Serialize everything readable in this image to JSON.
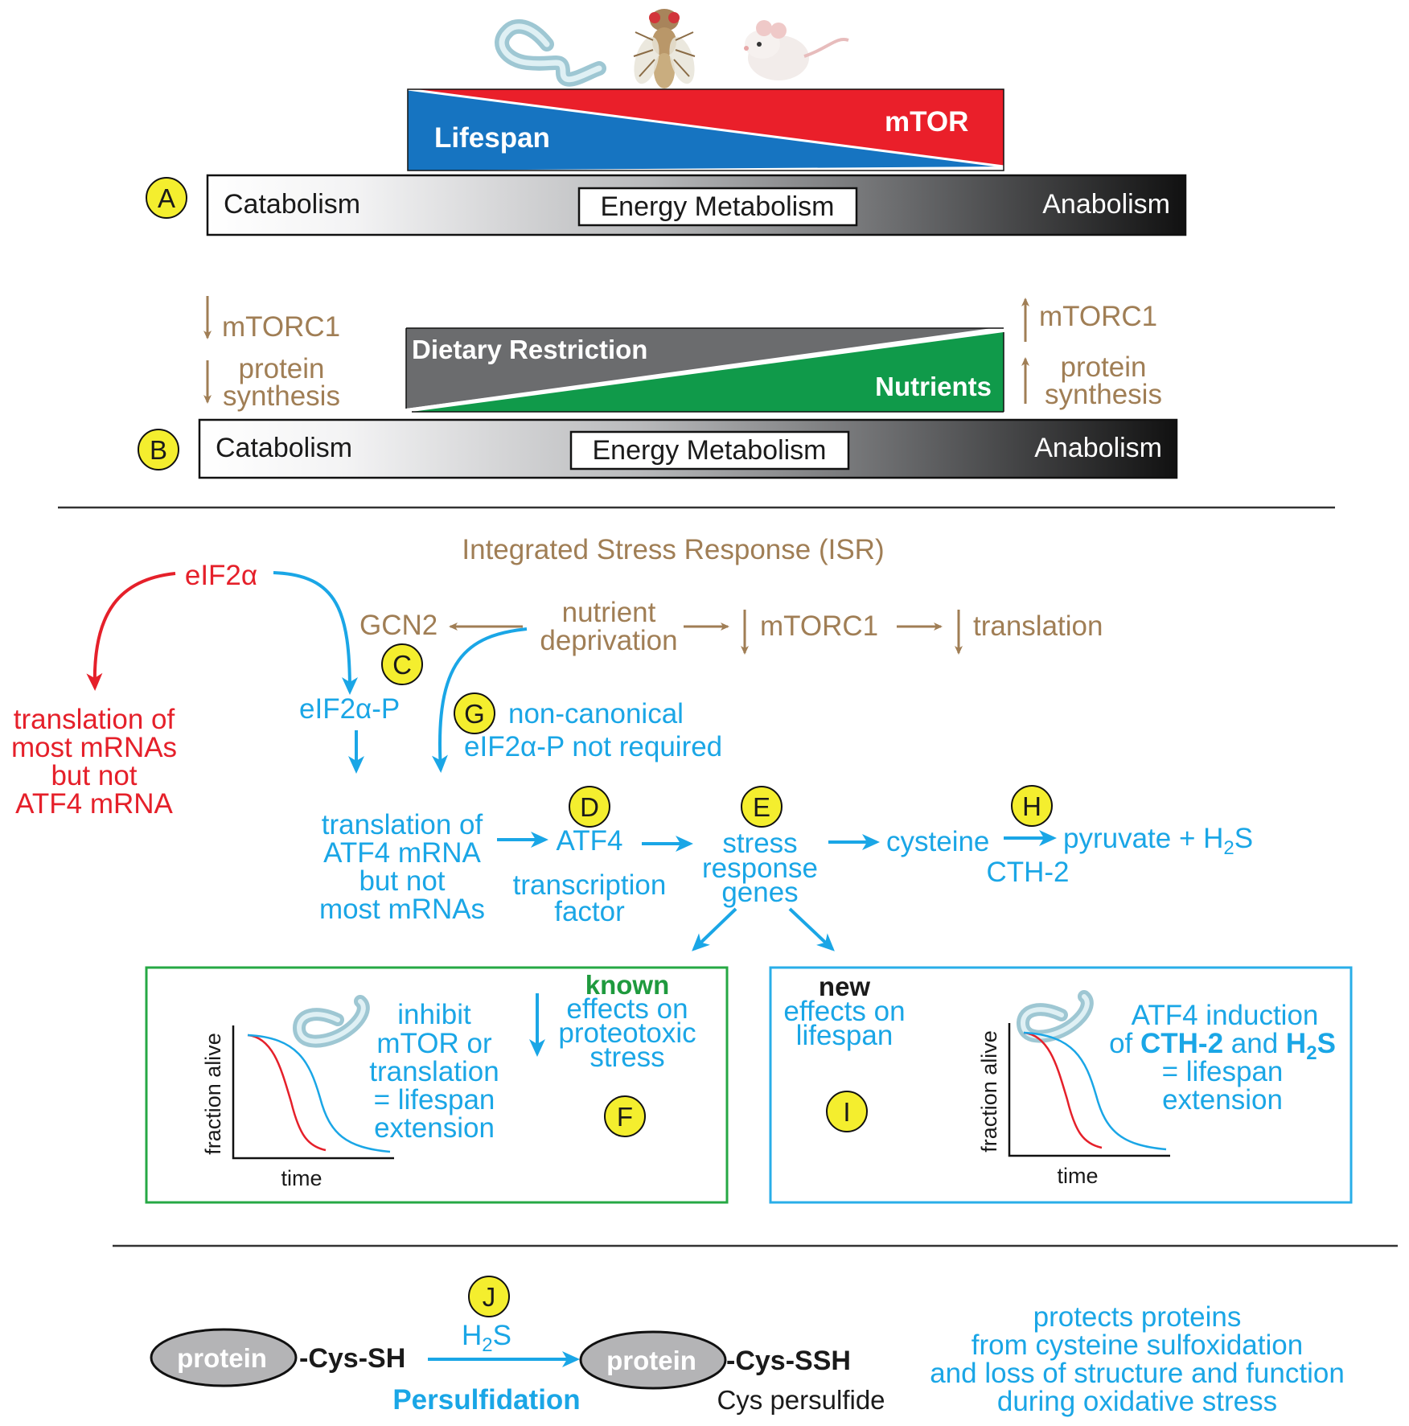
{
  "colors": {
    "blue_text": "#1aa6e6",
    "tan_text": "#a07e55",
    "red_text": "#e5202a",
    "lifespan_blue": "#1674c1",
    "mtor_red": "#ea1f2a",
    "dr_gray": "#6b6c6e",
    "nutrients_green": "#109a4a",
    "known_box": "#26a844",
    "new_box": "#29aee8",
    "circle_yellow": "#f4ee2e"
  },
  "icons": {
    "organisms": [
      "worm-icon",
      "fly-icon",
      "mouse-icon"
    ]
  },
  "panel_a": {
    "badge": "A",
    "lifespan": "Lifespan",
    "mtor": "mTOR",
    "catabolism": "Catabolism",
    "energy": "Energy Metabolism",
    "anabolism": "Anabolism"
  },
  "panel_b": {
    "badge": "B",
    "left_mtorc1": "mTORC1",
    "left_protein": "protein",
    "left_synthesis": "synthesis",
    "dietary": "Dietary Restriction",
    "nutrients": "Nutrients",
    "right_mtorc1": "mTORC1",
    "right_protein": "protein",
    "right_synthesis": "synthesis",
    "catabolism": "Catabolism",
    "energy": "Energy Metabolism",
    "anabolism": "Anabolism"
  },
  "isr": {
    "title": "Integrated Stress Response (ISR)",
    "eif2a": "eIF2α",
    "gcn2": "GCN2",
    "nutrient_1": "nutrient",
    "nutrient_2": "deprivation",
    "mtorc1": "mTORC1",
    "translation": "translation",
    "badge_c": "C",
    "eif2ap": "eIF2α-P",
    "red_lines": [
      "translation of",
      "most mRNAs",
      "but not",
      "ATF4 mRNA"
    ],
    "badge_g": "G",
    "noncanonical": "non-canonical",
    "not_required": "eIF2α-P not required",
    "atf4_trans_lines": [
      "translation of",
      "ATF4 mRNA",
      "but not",
      "most mRNAs"
    ],
    "badge_d": "D",
    "atf4": "ATF4",
    "tf_1": "transcription",
    "tf_2": "factor",
    "badge_e": "E",
    "stress_lines": [
      "stress",
      "response",
      "genes"
    ],
    "cysteine": "cysteine",
    "badge_h": "H",
    "pyruvate": "pyruvate + H",
    "pyruvate_sub": "2",
    "pyruvate_tail": "S",
    "cth2": "CTH-2"
  },
  "known_box": {
    "known": "known",
    "effects_lines": [
      "effects on",
      "proteotoxic",
      "stress"
    ],
    "inhibit_lines": [
      "inhibit",
      "mTOR or",
      "translation",
      "= lifespan",
      "extension"
    ],
    "badge_f": "F",
    "ylabel": "fraction alive",
    "xlabel": "time"
  },
  "new_box": {
    "new": "new",
    "effects_lines": [
      "effects on",
      "lifespan"
    ],
    "badge_i": "I",
    "atf4_line1": "ATF4 induction",
    "of_pre": "of ",
    "cth2": "CTH-2",
    "and": " and ",
    "h2s_h": "H",
    "h2s_2": "2",
    "h2s_s": "S",
    "eq_lines": [
      "= lifespan",
      "extension"
    ],
    "ylabel": "fraction alive",
    "xlabel": "time"
  },
  "panel_j": {
    "badge": "J",
    "protein_left": "protein",
    "cys_sh": "-Cys-SH",
    "h2s_h": "H",
    "h2s_2": "2",
    "h2s_s": "S",
    "persulfidation": "Persulfidation",
    "protein_right": "protein",
    "cys_ssh": "-Cys-SSH",
    "cys_persulfide": "Cys persulfide",
    "protects_lines": [
      "protects proteins",
      "from cysteine sulfoxidation",
      "and loss of structure and function",
      "during oxidative stress"
    ]
  }
}
